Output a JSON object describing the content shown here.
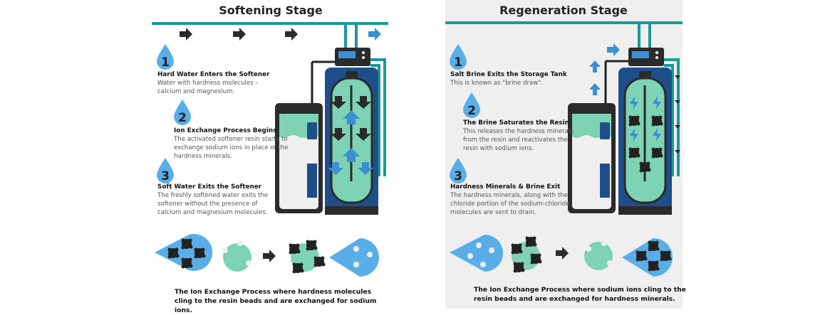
{
  "softening": {
    "title": "Softening Stage",
    "steps": [
      {
        "number": "1",
        "heading": "Hard Water Enters the Softener",
        "body": "Water with hardness molecules - calcium and magnesium."
      },
      {
        "number": "2",
        "heading": "Ion Exchange Process Begins",
        "body": "The activated softener resin starts to exchange sodium ions in place of the hardness minerals."
      },
      {
        "number": "3",
        "heading": "Soft Water Exits the Softener",
        "body": "The freshly softened water exits the softener without the presence of calcium and magnesium molecules."
      }
    ],
    "caption": "The Ion Exchange Process where hardness molecules cling to the resin beads and are exchanged for sodium ions."
  },
  "regeneration": {
    "title": "Regeneration Stage",
    "steps": [
      {
        "number": "1",
        "heading": "Salt Brine Exits the Storage Tank",
        "body": "This is known as \"brine draw\"."
      },
      {
        "number": "2",
        "heading": "The Brine Saturates the Resin",
        "body": "This releases the hardness minerals from the resin and reactivates the resin with sodium ions."
      },
      {
        "number": "3",
        "heading": "Hardness Minerals & Brine Exit",
        "body": "The hardness minerals, along with the chloride portion of the sodium-chloride molecules are sent to drain."
      }
    ],
    "caption": "The Ion Exchange Process where sodium ions cling to the resin beads and are exchanged for hardness minerals."
  },
  "colors": {
    "pipe": "#1a9a96",
    "water_blue": "#3b8fd4",
    "drop_blue": "#5aaee8",
    "resin_green": "#7dd3b4",
    "tank_blue": "#1f4f8a",
    "dark": "#2b2b2b",
    "panel_bg": "#efefef"
  }
}
